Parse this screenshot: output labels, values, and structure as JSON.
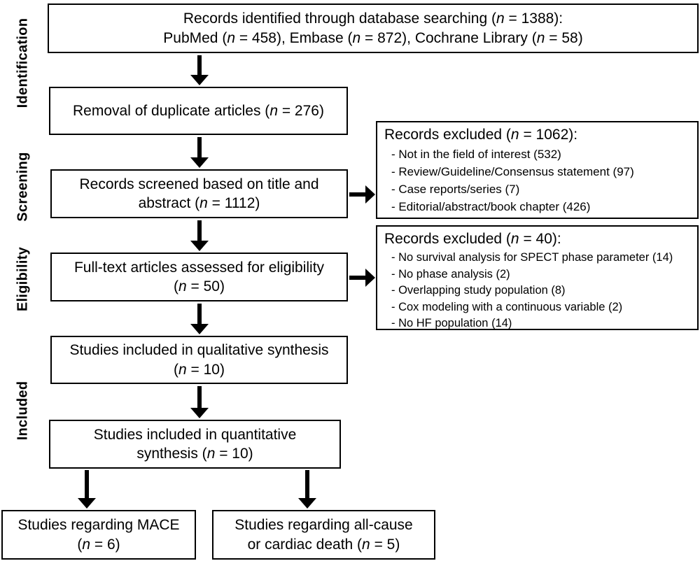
{
  "stages": [
    {
      "label": "Identification"
    },
    {
      "label": "Screening"
    },
    {
      "label": "Eligibility"
    },
    {
      "label": "Included"
    }
  ],
  "flow_boxes": {
    "identified": {
      "lines": [
        "Records identified through database searching (n = 1388):",
        "PubMed (n = 458), Embase (n = 872), Cochrane Library (n = 58)"
      ]
    },
    "duplicates_removed": {
      "lines": [
        "Removal of duplicate articles (n = 276)"
      ]
    },
    "screened": {
      "lines": [
        "Records screened based on title and",
        "abstract (n = 1112)"
      ]
    },
    "full_text": {
      "lines": [
        "Full-text articles assessed for eligibility",
        "(n = 50)"
      ]
    },
    "qualitative": {
      "lines": [
        "Studies included in qualitative synthesis",
        "(n = 10)"
      ]
    },
    "quantitative": {
      "lines": [
        "Studies included in quantitative",
        "synthesis (n = 10)"
      ]
    },
    "mace": {
      "lines": [
        "Studies regarding MACE",
        "(n = 6)"
      ]
    },
    "death": {
      "lines": [
        "Studies regarding all-cause",
        "or cardiac death  (n = 5)"
      ]
    }
  },
  "exclusion_boxes": [
    {
      "heading": "Records excluded (n = 1062):",
      "items": [
        "- Not in the field of interest (532)",
        "- Review/Guideline/Consensus statement (97)",
        "- Case reports/series (7)",
        "- Editorial/abstract/book chapter (426)"
      ]
    },
    {
      "heading": "Records excluded (n = 40):",
      "items": [
        "- No survival analysis for SPECT phase parameter (14)",
        "- No phase analysis (2)",
        "- Overlapping study population (8)",
        "- Cox modeling with a continuous variable (2)",
        "- No HF population (14)"
      ]
    }
  ],
  "colors": {
    "box_border": "#000000",
    "box_background": "#ffffff",
    "text": "#000000",
    "arrow": "#000000"
  }
}
